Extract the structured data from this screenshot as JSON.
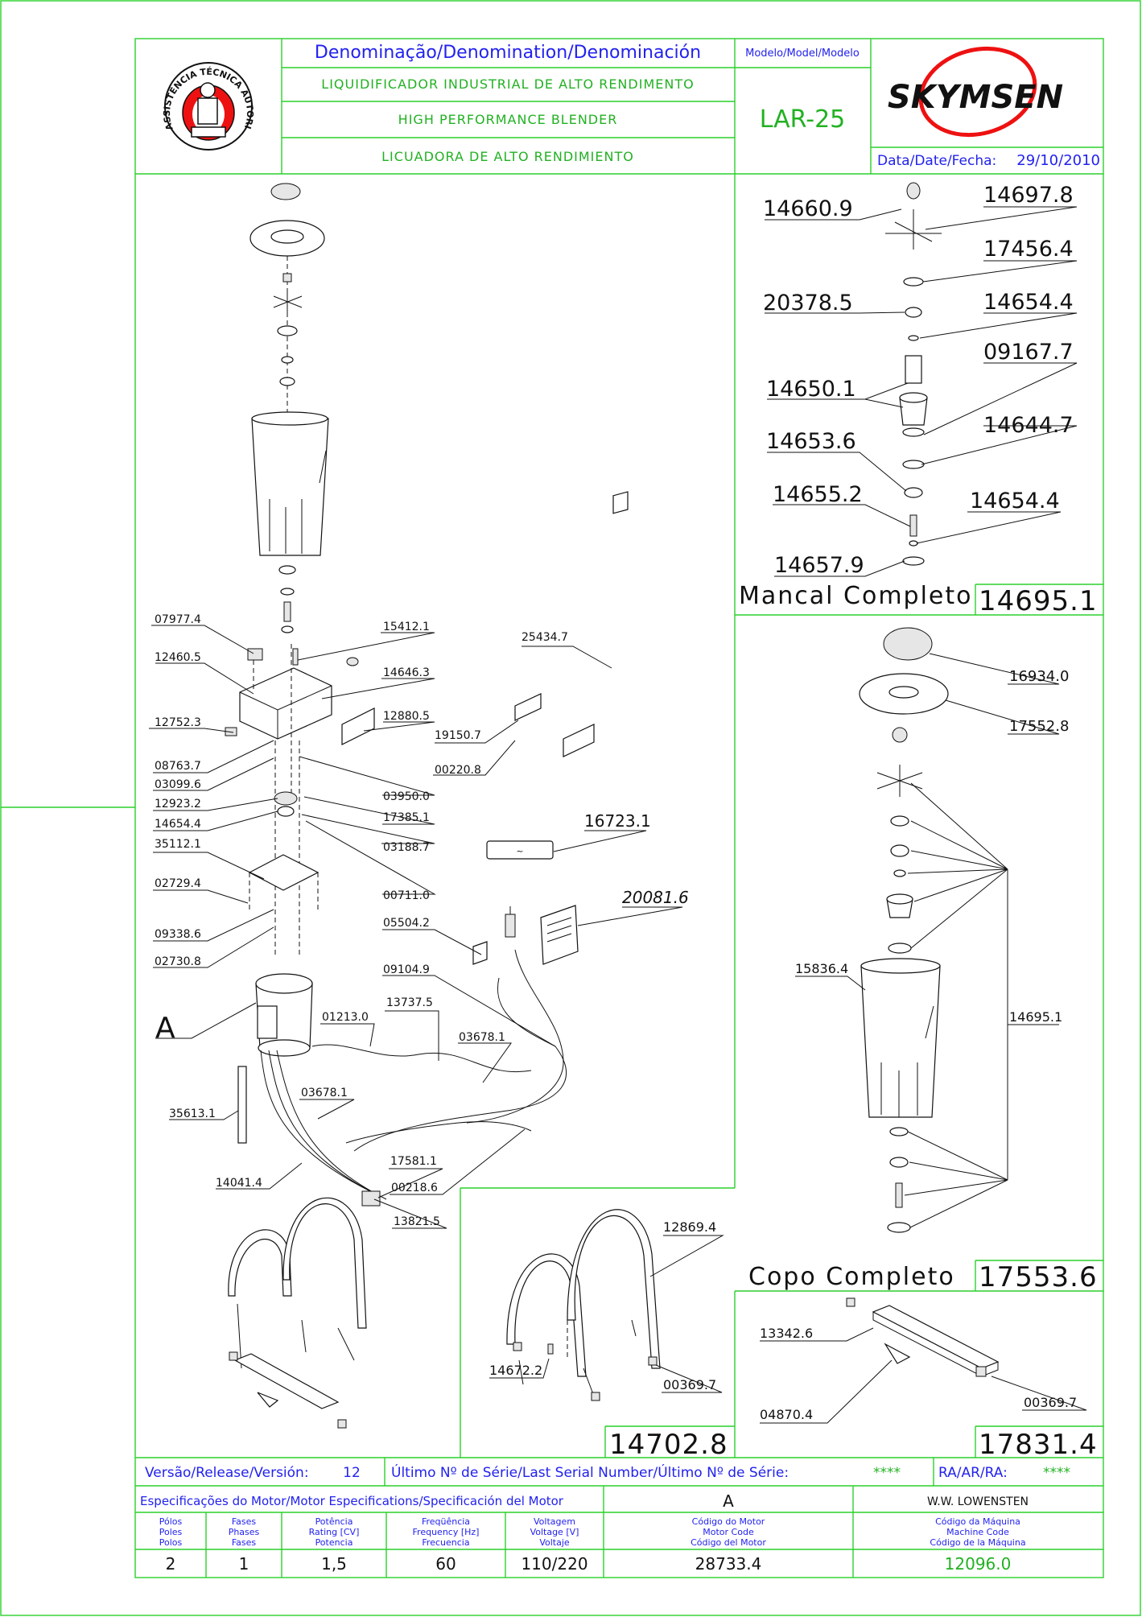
{
  "title_block": {
    "denomination_header": "Denominação/Denomination/Denominación",
    "name_pt": "LIQUIDIFICADOR INDUSTRIAL DE ALTO RENDIMENTO",
    "name_en": "HIGH PERFORMANCE BLENDER",
    "name_es": "LICUADORA DE ALTO RENDIMIENTO",
    "model_header": "Modelo/Model/Modelo",
    "model": "LAR-25",
    "brand": "SKYMSEN",
    "date_label": "Data/Date/Fecha:",
    "date": "29/10/2010",
    "seal_text": "ASSISTÊNCIA TÉCNICA AUTORIZADA"
  },
  "main_labels": {
    "l1": "07977.4",
    "l2": "15412.1",
    "l3": "12460.5",
    "l4": "14646.3",
    "l5": "25434.7",
    "l6": "12752.3",
    "l7": "12880.5",
    "l8": "19150.7",
    "l9": "00220.8",
    "l10": "08763.7",
    "l11": "03099.6",
    "l12": "03950.0",
    "l13": "12923.2",
    "l14": "17385.1",
    "l15": "14654.4",
    "l16": "03188.7",
    "l17": "35112.1",
    "l18": "16723.1",
    "l19": "02729.4",
    "l20": "00711.0",
    "l21": "20081.6",
    "l22": "09338.6",
    "l23": "05504.2",
    "l24": "02730.8",
    "l25": "09104.9",
    "l26": "A",
    "l27": "13737.5",
    "l28": "01213.0",
    "l29": "03678.1",
    "l30": "03678.1",
    "l31": "35613.1",
    "l32": "17581.1",
    "l33": "14041.4",
    "l34": "00218.6",
    "l35": "13821.5"
  },
  "bearing_box": {
    "labels": [
      "14660.9",
      "14697.8",
      "17456.4",
      "20378.5",
      "14654.4",
      "09167.7",
      "14650.1",
      "14644.7",
      "14653.6",
      "14655.2",
      "14654.4",
      "14657.9"
    ],
    "title": "Mancal Completo",
    "code": "14695.1"
  },
  "cup_box": {
    "labels": [
      "16934.0",
      "17552.8",
      "15836.4",
      "14695.1"
    ],
    "title": "Copo Completo",
    "code": "17553.6"
  },
  "stand_box": {
    "labels": [
      "12869.4",
      "14672.2",
      "00369.7"
    ],
    "code": "14702.8"
  },
  "bracket_box": {
    "labels": [
      "13342.6",
      "04870.4",
      "00369.7"
    ],
    "code": "17831.4"
  },
  "footer": {
    "version_label": "Versão/Release/Versión:",
    "version": "12",
    "serial_label": "Último Nº de Série/Last Serial Number/Último Nº de Série:",
    "serial": "****",
    "ra_label": "RA/AR/RA:",
    "ra": "****",
    "motor_spec_label": "Especificações do Motor/Motor Especifications/Specificación del Motor",
    "motor_class": "A",
    "manufacturer": "W.W. LOWENSTEN",
    "col_poles": [
      "Pólos",
      "Poles",
      "Polos"
    ],
    "col_phases": [
      "Fases",
      "Phases",
      "Fases"
    ],
    "col_power": [
      "Potência",
      "Rating [CV]",
      "Potencia"
    ],
    "col_freq": [
      "Freqüência",
      "Frequency [Hz]",
      "Frecuencia"
    ],
    "col_voltage": [
      "Voltagem",
      "Voltage [V]",
      "Voltaje"
    ],
    "col_motor_code": [
      "Código do Motor",
      "Motor Code",
      "Código del Motor"
    ],
    "col_machine_code": [
      "Código da Máquina",
      "Machine Code",
      "Código de la Máquina"
    ],
    "poles": "2",
    "phases": "1",
    "power": "1,5",
    "frequency": "60",
    "voltage": "110/220",
    "motor_code": "28733.4",
    "machine_code": "12096.0"
  }
}
